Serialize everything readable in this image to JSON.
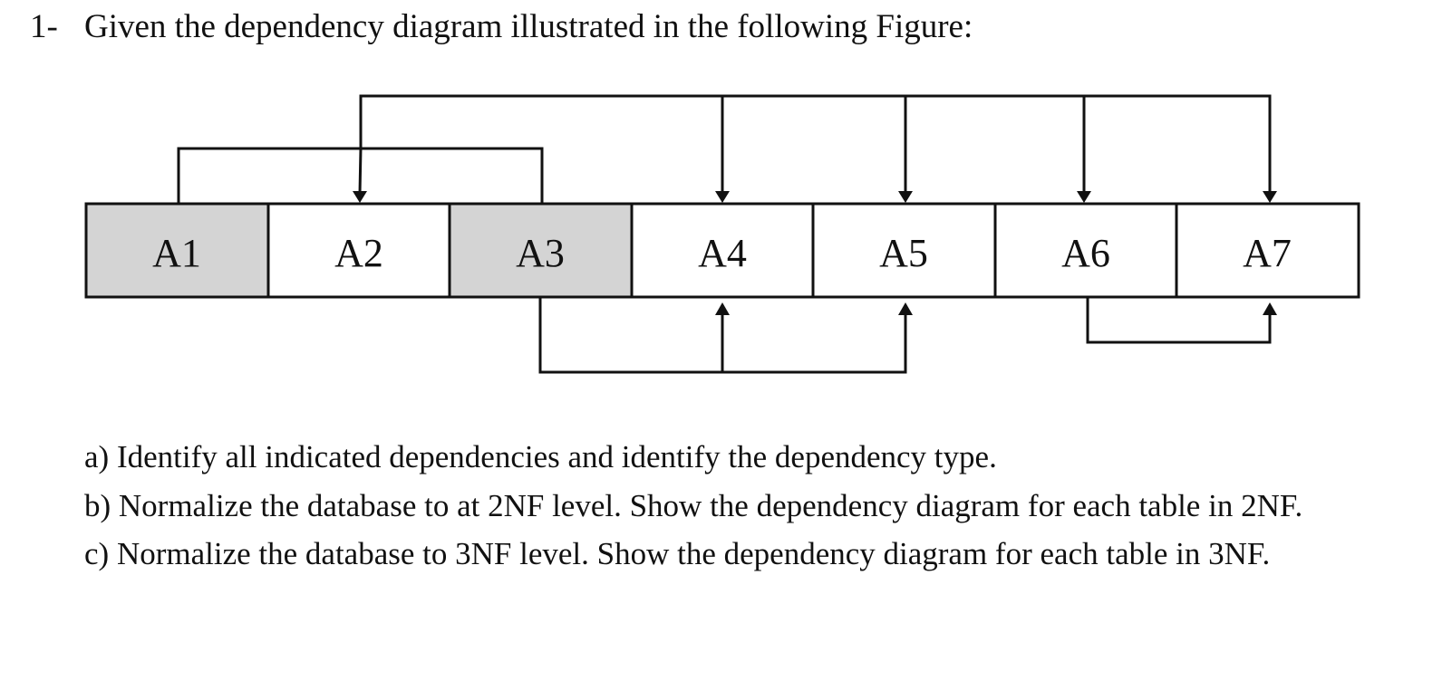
{
  "question": {
    "number": "1-",
    "text": "Given the dependency diagram illustrated in the following Figure:"
  },
  "diagram": {
    "attributes": [
      {
        "label": "A1",
        "is_key": true
      },
      {
        "label": "A2",
        "is_key": false
      },
      {
        "label": "A3",
        "is_key": true
      },
      {
        "label": "A4",
        "is_key": false
      },
      {
        "label": "A5",
        "is_key": false
      },
      {
        "label": "A6",
        "is_key": false
      },
      {
        "label": "A7",
        "is_key": false
      }
    ],
    "dependencies": [
      {
        "from": [
          "A1",
          "A3"
        ],
        "to": [
          "A2",
          "A4",
          "A5",
          "A6",
          "A7"
        ]
      },
      {
        "from": [
          "A3"
        ],
        "to": [
          "A4",
          "A5"
        ]
      },
      {
        "from": [
          "A6"
        ],
        "to": [
          "A7"
        ]
      }
    ],
    "colors": {
      "key_fill": "#d4d4d4",
      "normal_fill": "#ffffff",
      "stroke": "#111111"
    }
  },
  "sub_questions": [
    "a) Identify all indicated dependencies and identify the dependency type.",
    "b) Normalize the database to at 2NF level. Show the dependency diagram for each table in 2NF.",
    "c) Normalize the database to 3NF level. Show the dependency diagram for each table in 3NF."
  ]
}
